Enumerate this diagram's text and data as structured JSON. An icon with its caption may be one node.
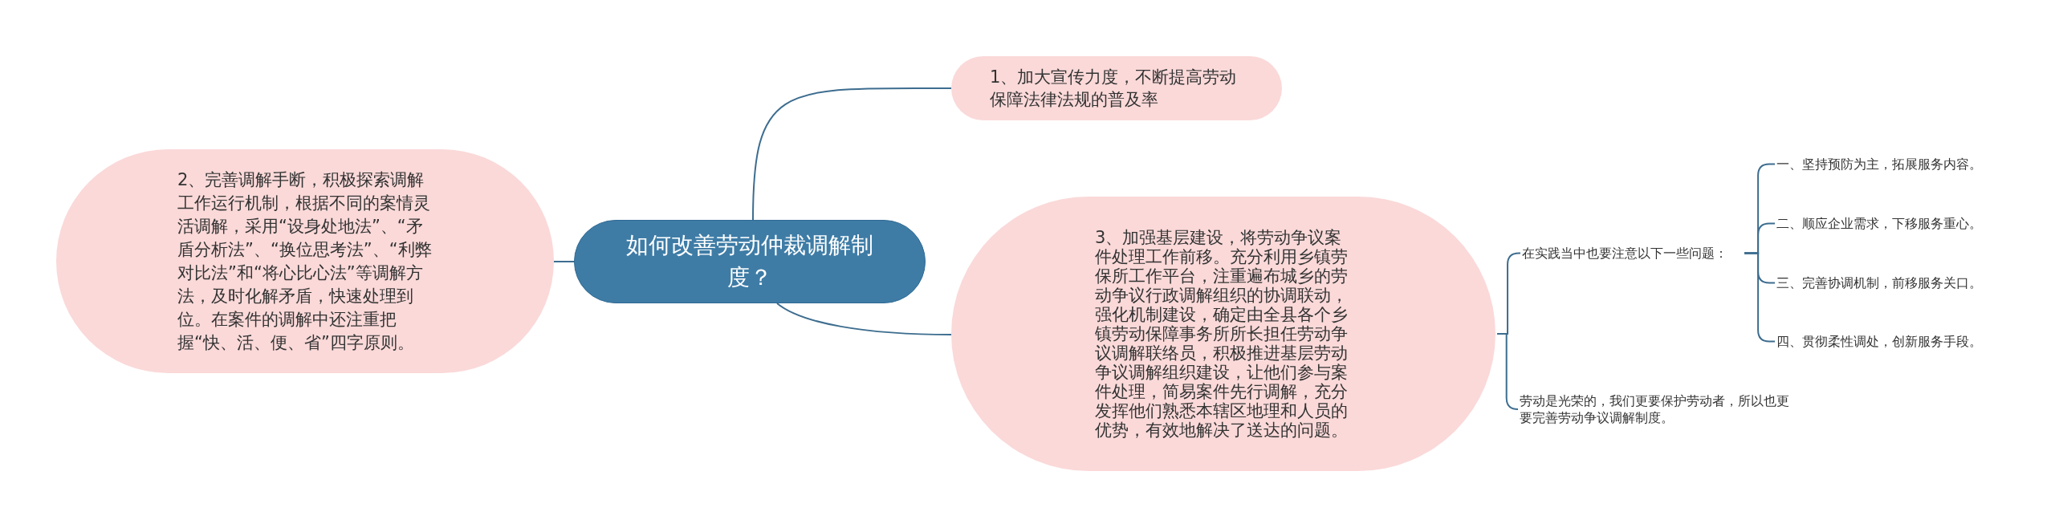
{
  "diagram": {
    "nodes": [
      {
        "text": [
          "如何改善劳动仲裁调解制度？"
        ]
      },
      {
        "text": [
          "1、加大宣传力度，不断提高劳动保障法律法规的普及率"
        ]
      },
      {
        "text": [
          "2、完善调解手断，积极探索调解工作运行机制，根据不同的案情灵活调解，采用“设身处地法”、“矛盾分析法”、“换位思考法”、“利弊对比法”和“将心比心法”等调解方法，及时化解矛盾，快速处理到位。在案件的调解中还注重把握“快、活、便、省”四字原则。"
        ]
      },
      {
        "text": [
          "3、加强基层建设，将劳动争议案件处理工作前移。充分利用乡镇劳保所工作平台，注重遍布城乡的劳动争议行政调解组织的协调联动，强化机制建设，确定由全县各个乡镇劳动保障事务所所长担任劳动争议调解联络员，积极推进基层劳动争议调解组织建设，让他们参与案件处理，简易案件先行调解，充分发挥他们熟悉本辖区地理和人员的优势，有效地解决了送达的问题。"
        ]
      },
      {
        "text": [
          "在实践当中也要注意以下一些问题："
        ]
      },
      {
        "text": [
          "一、坚持预防为主，拓展服务内容。"
        ]
      },
      {
        "text": [
          "二、顺应企业需求，下移服务重心。"
        ]
      },
      {
        "text": [
          "三、完善协调机制，前移服务关口。"
        ]
      },
      {
        "text": [
          "四、贯彻柔性调处，创新服务手段。"
        ]
      },
      {
        "text": [
          "劳动是光荣的，我们更要保护劳动者，所以也更要完善劳动争议调解制度。"
        ]
      }
    ],
    "edges": [
      {
        "from": 0,
        "to": 1,
        "arrow": "none"
      },
      {
        "from": 0,
        "to": 2,
        "arrow": "none"
      },
      {
        "from": 0,
        "to": 3,
        "arrow": "none"
      },
      {
        "from": 3,
        "to": 4,
        "arrow": "none"
      },
      {
        "from": 3,
        "to": 9,
        "arrow": "none"
      },
      {
        "from": 4,
        "to": 5,
        "arrow": "none"
      },
      {
        "from": 4,
        "to": 6,
        "arrow": "none"
      },
      {
        "from": 4,
        "to": 7,
        "arrow": "none"
      },
      {
        "from": 4,
        "to": 8,
        "arrow": "none"
      }
    ]
  }
}
